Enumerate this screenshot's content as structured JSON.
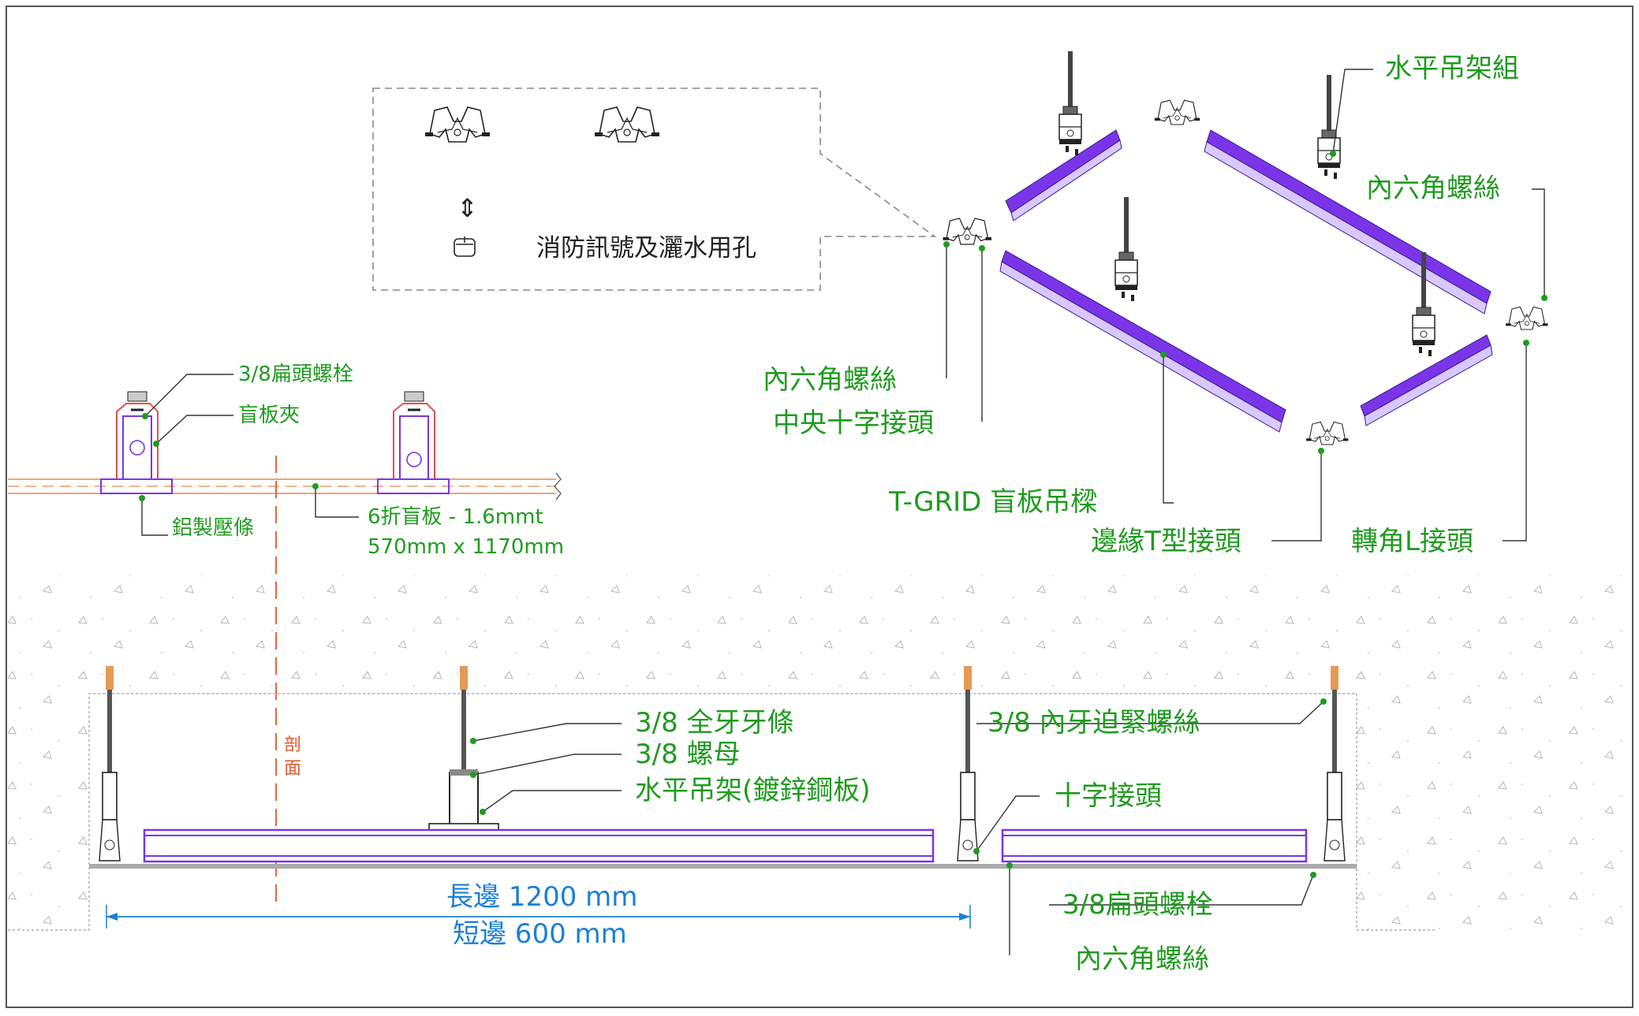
{
  "colors": {
    "label_green": "#1f9b1f",
    "dimension_blue": "#1c7fd6",
    "section_orange": "#e6552a",
    "rail_purple": "#7a35e8",
    "line_dark": "#333333"
  },
  "callout": {
    "legend_text": "消防訊號及灑水用孔",
    "swap_symbol": "⇕"
  },
  "iso_labels": {
    "horizontal_hanger_set": "水平吊架組",
    "hex_screw_right": "內六角螺絲",
    "hex_screw_left": "內六角螺絲",
    "center_cross_joint": "中央十字接頭",
    "tgrid_beam": "T-GRID 盲板吊樑",
    "edge_t_joint": "邊緣T型接頭",
    "corner_l_joint": "轉角L接頭"
  },
  "profile_labels": {
    "flat_bolt": "3/8扁頭螺栓",
    "blind_clip": "盲板夾",
    "aluminum_strip": "鋁製壓條",
    "panel_line1": "6折盲板 - 1.6mmt",
    "panel_line2": "570mm x 1170mm"
  },
  "section_marker": {
    "char1": "剖",
    "char2": "面"
  },
  "elevation_labels": {
    "threaded_rod": "3/8 全牙牙條",
    "nut": "3/8 螺母",
    "horizontal_hanger": "水平吊架(鍍鋅鋼板)",
    "coupling_nut": "3/8 內牙迫緊螺絲",
    "cross_joint": "十字接頭",
    "flat_bolt": "3/8扁頭螺栓",
    "hex_screw": "內六角螺絲"
  },
  "dimensions": {
    "long_side": "長邊 1200 mm",
    "short_side": "短邊 600 mm"
  }
}
